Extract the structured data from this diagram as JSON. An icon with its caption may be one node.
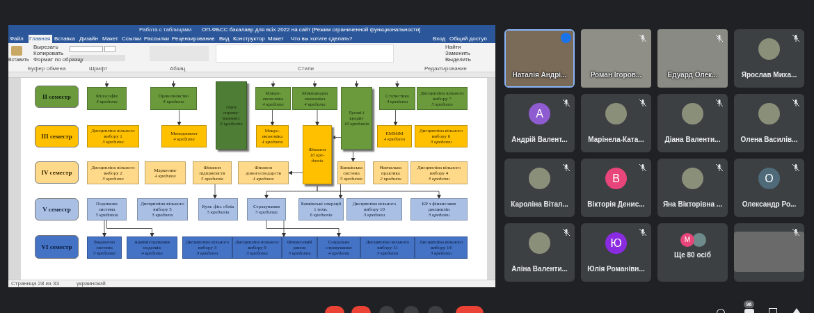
{
  "diagram": {
    "nodes": [
      {
        "text": [
          "II семестр"
        ]
      },
      {
        "text": [
          "Філософія",
          "4 кредити"
        ]
      },
      {
        "text": [
          "Правознавство",
          "3 кредити"
        ]
      },
      {
        "text": [
          "сним спряму-ванням1",
          "6 кредитів"
        ]
      },
      {
        "text": [
          "Макро-економіка",
          "4 кредити"
        ]
      },
      {
        "text": [
          "Міжнародна економіка",
          "4 кредити"
        ]
      },
      {
        "text": [
          "Гроші і кредит",
          "10 кредитів"
        ]
      },
      {
        "text": [
          "Статистика",
          "4 кредити"
        ]
      },
      {
        "text": [
          "Дисципліна вільного вибору 7",
          "3 кредити"
        ]
      },
      {
        "text": [
          "III семестр"
        ]
      },
      {
        "text": [
          "Дисципліна вільного вибору 1",
          "3 кредити"
        ]
      },
      {
        "text": [
          "Менеджмент",
          "4 кредити"
        ]
      },
      {
        "text": [
          "Макро-економіка",
          "4 кредити"
        ]
      },
      {
        "text": [
          "Фінанси",
          "10 кре-дитів"
        ]
      },
      {
        "text": [
          "ЕММіМ",
          "4 кредити"
        ]
      },
      {
        "text": [
          "Дисципліна вільного вибору 6",
          "3 кредити"
        ]
      },
      {
        "text": [
          "IV семестр"
        ]
      },
      {
        "text": [
          "Дисципліна вільного вибору 2",
          "3 кредити"
        ]
      },
      {
        "text": [
          "Маркетинг",
          "4 кредити"
        ]
      },
      {
        "text": [
          "Фінанси підприємств",
          "5 кредитів"
        ]
      },
      {
        "text": [
          "Фінанси домогосподарств",
          "4 кредити"
        ]
      },
      {
        "text": [
          "Банківська система",
          "5 кредитів"
        ]
      },
      {
        "text": [
          "Навчальна практика",
          "2 кредити"
        ]
      },
      {
        "text": [
          "Дисципліна вільного вибору 4",
          "3 кредити"
        ]
      },
      {
        "text": [
          "V семестр"
        ]
      },
      {
        "text": [
          "Податкова система",
          "5 кредитів"
        ]
      },
      {
        "text": [
          "Дисципліна вільного вибору 5",
          "3 кредити"
        ]
      },
      {
        "text": [
          "Бухг. фін. облік",
          "5 кредитів"
        ]
      },
      {
        "text": [
          "Страхування",
          "5 кредитів"
        ]
      },
      {
        "text": [
          "Банківські операції і техн.",
          "6 кредитів"
        ]
      },
      {
        "text": [
          "Дисципліна вільного вибору 10",
          "3 кредити"
        ]
      },
      {
        "text": [
          "КР з фінансових дисциплін",
          "3 кредити"
        ]
      },
      {
        "text": [
          "VI семестр"
        ]
      },
      {
        "text": [
          "Бюджетна система",
          "5 кредитів"
        ]
      },
      {
        "text": [
          "Адміністрування податків",
          "4 кредити"
        ]
      },
      {
        "text": [
          "Дисципліна вільного вибору 3",
          "3 кредити"
        ]
      },
      {
        "text": [
          "Дисципліна вільного вибору 9",
          "3 кредити"
        ]
      },
      {
        "text": [
          "Фінансовий ринок",
          "5 кредитів"
        ]
      },
      {
        "text": [
          "Соціальне страхування",
          "4 кредити"
        ]
      },
      {
        "text": [
          "Дисципліна вільного вибору 11",
          "3 кредити"
        ]
      },
      {
        "text": [
          "Дисципліна вільного вибору 14",
          "3 кредити"
        ]
      }
    ],
    "edges": [
      {
        "from": null,
        "to": 1,
        "arrow": "to"
      },
      {
        "from": null,
        "to": 2,
        "arrow": "to"
      },
      {
        "from": null,
        "to": 4,
        "arrow": "to"
      },
      {
        "from": null,
        "to": 5,
        "arrow": "to"
      },
      {
        "from": null,
        "to": 6,
        "arrow": "to"
      },
      {
        "from": null,
        "to": 7,
        "arrow": "to"
      },
      {
        "from": 2,
        "to": 11,
        "arrow": "to"
      },
      {
        "from": 4,
        "to": 12,
        "arrow": "to"
      },
      {
        "from": 5,
        "to": 13,
        "arrow": "to"
      },
      {
        "from": 6,
        "to": 13,
        "arrow": "to"
      },
      {
        "from": 7,
        "to": 14,
        "arrow": "to"
      },
      {
        "from": 6,
        "to": 21,
        "arrow": "to"
      },
      {
        "from": 13,
        "to": 20,
        "arrow": "to"
      },
      {
        "from": 19,
        "to": 27,
        "arrow": "to"
      },
      {
        "from": 13,
        "to": 28,
        "arrow": "to"
      },
      {
        "from": 21,
        "to": 29,
        "arrow": "to"
      },
      {
        "from": 13,
        "to": 31,
        "arrow": "to"
      },
      {
        "from": 25,
        "to": 33,
        "arrow": "to"
      },
      {
        "from": 25,
        "to": 34,
        "arrow": "to"
      },
      {
        "from": 28,
        "to": 37,
        "arrow": "to"
      },
      {
        "from": 28,
        "to": 38,
        "arrow": "to"
      }
    ],
    "labels": [
      "Работа с таблицами",
      "ОП-ФБСС бакалавр для всіх 2022 на сайт [Режим ограниченной функциональности]",
      "Файл",
      "Главная",
      "Вставка",
      "Дизайн",
      "Макет",
      "Ссылки",
      "Рассылки",
      "Рецензирование",
      "Вид",
      "Конструктор",
      "Макет",
      "Что вы хотите сделать?",
      "Вход",
      "Общий доступ",
      "Вставить",
      "Вырезать",
      "Копировать",
      "Формат по образцу",
      "Буфер обмена",
      "Шрифт",
      "Абзац",
      "Стили",
      "Найти",
      "Заменить",
      "Выделить",
      "Редактирование",
      "Страница 28 из 33",
      "украинский",
      "Наталія Андрі...",
      "Роман Ігоров...",
      "Едуард Олек...",
      "Ярослав Миха...",
      "Андрій Валент...",
      "Марінела-Ката...",
      "Діана Валенти...",
      "Олена Василів...",
      "Кароліна Вітал...",
      "Вікторія Денис...",
      "Яна Вікторівна ...",
      "Олександр Ро...",
      "Аліна Валенти...",
      "Юлія Романівн...",
      "Ще 80 осіб",
      "A",
      "В",
      "О",
      "Ю",
      "М",
      "96"
    ]
  }
}
